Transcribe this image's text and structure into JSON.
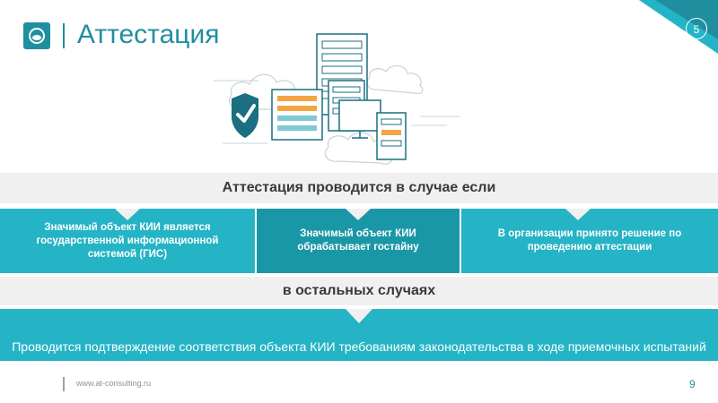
{
  "header": {
    "title": "Аттестация",
    "logo": "at-consulting-logo",
    "slide_badge": "5"
  },
  "heading": "Аттестация проводится в случае если",
  "conditions": [
    {
      "label": "Значимый объект КИИ является государственной информационной системой (ГИС)"
    },
    {
      "label": "Значимый объект КИИ обрабатывает гостайну"
    },
    {
      "label": "В организации принято решение по проведению аттестации"
    }
  ],
  "other_cases": "в остальных случаях",
  "bottom_text": "Проводится подтверждение соответствия объекта КИИ требованиям законодательства в ходе приемочных испытаний",
  "footer": {
    "url": "www.at-consulting.ru",
    "page_number": "9"
  },
  "icons": [
    "shield-check-icon",
    "server-rack-icon",
    "cloud-icon",
    "monitor-icon"
  ],
  "colors": {
    "accent": "#25b4c5",
    "accent_dark": "#1a97a6",
    "brand": "#1f8fa0",
    "band": "#f0f0f0",
    "highlight": "#f2a541"
  }
}
